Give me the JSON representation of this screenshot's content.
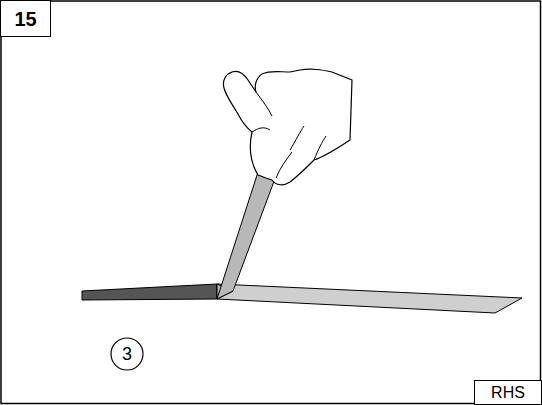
{
  "diagram": {
    "nodes": [
      {
        "text": [
          "15"
        ]
      },
      {
        "text": [
          "3"
        ]
      },
      {
        "text": [
          "RHS"
        ]
      }
    ]
  }
}
